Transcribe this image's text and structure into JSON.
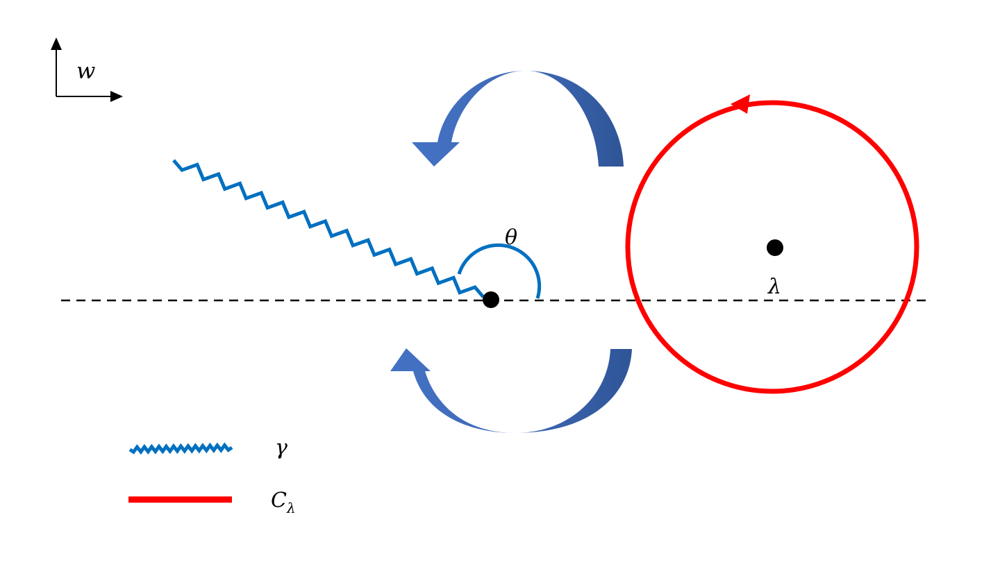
{
  "labels": {
    "plane": "w",
    "angle": "θ",
    "point": "λ",
    "legend_cut": "γ",
    "legend_contour_main": "C",
    "legend_contour_sub": "λ"
  },
  "colors": {
    "cut": "#0070C0",
    "contour": "#FF0000",
    "arrow_light": "#4472C4",
    "arrow_dark": "#2F5597",
    "axis": "#000000",
    "dashed_line": "#000000",
    "point": "#000000"
  },
  "icons": {
    "axes": "axes-corner-icon",
    "rotation_top": "curved-arrow-ccw-icon",
    "rotation_bottom": "curved-arrow-ccw-icon",
    "contour_direction": "arrowhead-left-icon"
  }
}
